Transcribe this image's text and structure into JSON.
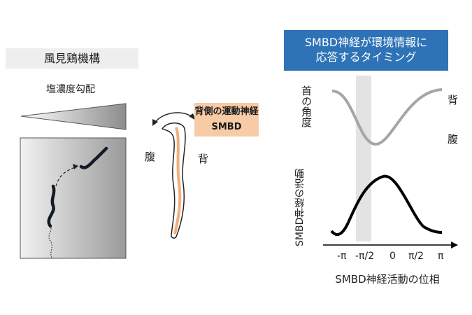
{
  "left_panel": {
    "title": "風見鶏機構",
    "gradient_label": "塩濃度勾配"
  },
  "middle_panel": {
    "motor_neuron_line1": "背側の運動神経",
    "motor_neuron_line2": "SMBD",
    "ventral": "腹",
    "dorsal": "背"
  },
  "right_panel": {
    "title_line1": "SMBD神経が環境情報に",
    "title_line2": "応答するタイミング",
    "neck_angle_label": "首の角度",
    "smbd_activity_label": "SMBD神経の活動",
    "dorsal": "背",
    "ventral": "腹",
    "x_axis_label": "SMBD神経活動の位相",
    "x_ticks": [
      "-π",
      "-π/2",
      "0",
      "π/2",
      "π"
    ]
  },
  "colors": {
    "title_bg": "#2e73b6",
    "motor_neuron_bg": "#f7cba6",
    "neck_curve": "#a6a6a6",
    "activity_curve": "#000000",
    "highlight_band": "#e3e3e3"
  }
}
